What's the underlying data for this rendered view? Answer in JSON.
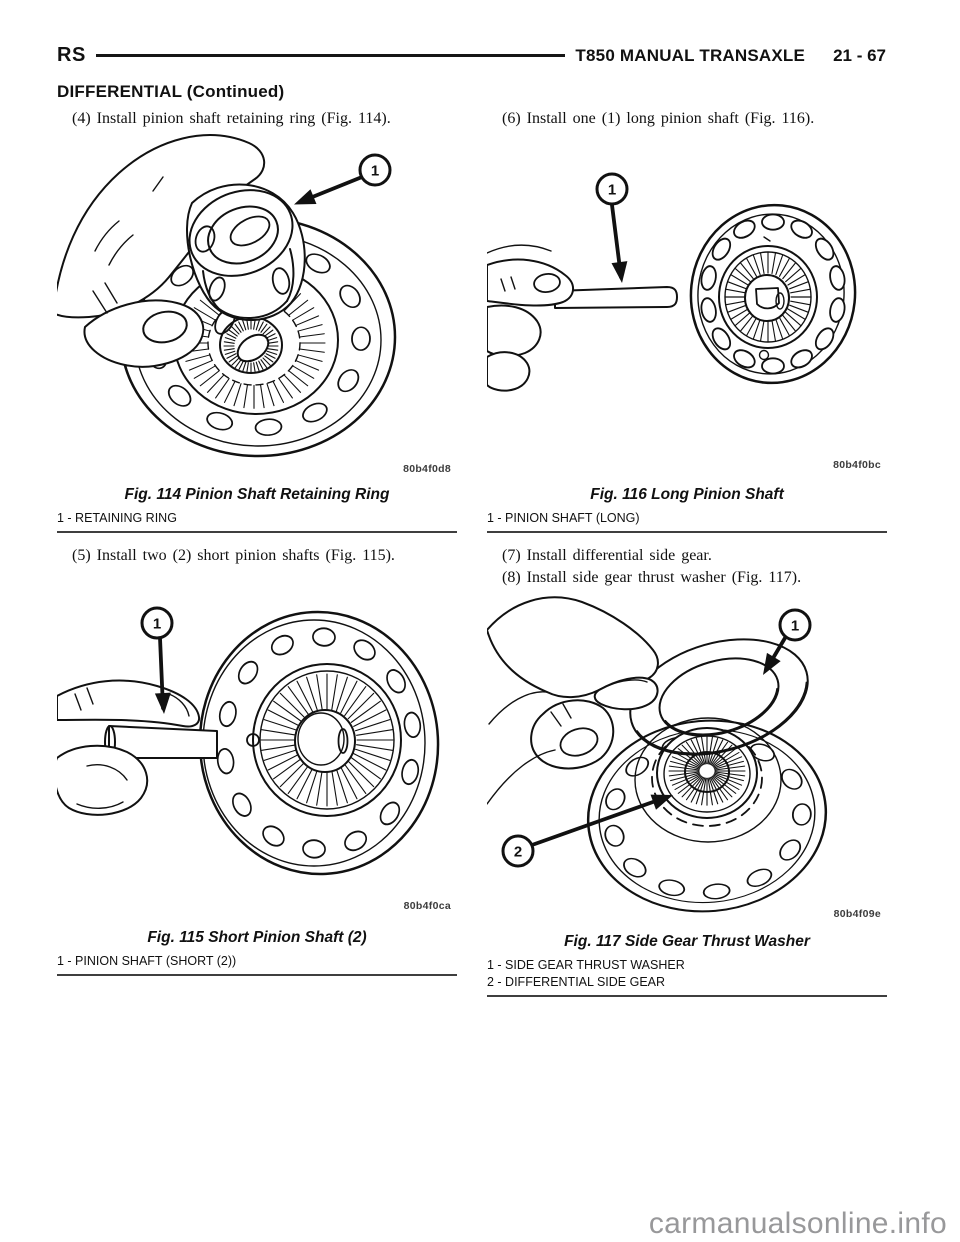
{
  "header": {
    "model_code": "RS",
    "title": "T850 MANUAL TRANSAXLE",
    "page_number": "21 - 67",
    "section": "DIFFERENTIAL (Continued)"
  },
  "steps": {
    "step4": "(4) Install pinion shaft retaining ring (Fig. 114).",
    "step5": "(5) Install two (2) short pinion shafts (Fig. 115).",
    "step6": "(6) Install one (1) long pinion shaft (Fig. 116).",
    "step7": "(7) Install differential side gear.",
    "step8": "(8) Install side gear thrust washer (Fig. 117)."
  },
  "figures": {
    "fig114": {
      "caption": "Fig. 114 Pinion Shaft Retaining Ring",
      "image_code": "80b4f0d8",
      "legend": [
        "1 - RETAINING RING"
      ],
      "callouts": [
        "1"
      ]
    },
    "fig115": {
      "caption": "Fig. 115 Short Pinion Shaft (2)",
      "image_code": "80b4f0ca",
      "legend": [
        "1 - PINION SHAFT (SHORT (2))"
      ],
      "callouts": [
        "1"
      ]
    },
    "fig116": {
      "caption": "Fig. 116 Long Pinion Shaft",
      "image_code": "80b4f0bc",
      "legend": [
        "1 - PINION SHAFT (LONG)"
      ],
      "callouts": [
        "1"
      ]
    },
    "fig117": {
      "caption": "Fig. 117 Side Gear Thrust Washer",
      "image_code": "80b4f09e",
      "legend": [
        "1 - SIDE GEAR THRUST WASHER",
        "2 - DIFFERENTIAL SIDE GEAR"
      ],
      "callouts": [
        "1",
        "2"
      ]
    }
  },
  "watermark": "carmanualsonline.info"
}
